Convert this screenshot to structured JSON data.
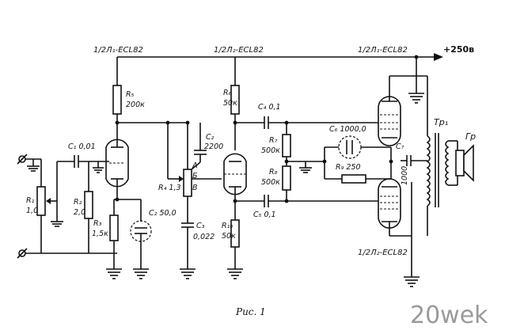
{
  "tubes": {
    "t1": "1/2Л₁-ECL82",
    "t2": "1/2Л₂-ECL82",
    "t3": "1/2Л₁-ECL82",
    "t4": "1/2Л₂-ECL82"
  },
  "supply": "+250в",
  "components": {
    "c1": "C₁ 0,01",
    "r1_name": "R₁",
    "r1_val": "1,0",
    "r2_name": "R₂",
    "r2_val": "2,0",
    "r3_name": "R₃",
    "r3_val": "1,5к",
    "c2": "C₂ 50,0",
    "r5_name": "R₅",
    "r5_val": "200к",
    "c2b_name": "C₂",
    "c2b_val": "2200",
    "r4": "R₄ 1,3",
    "pot_a": "А",
    "pot_b": "Б",
    "pot_v": "В",
    "c3_name": "C₃",
    "c3_val": "0,022",
    "r6_name": "R₆",
    "r6_val": "50к",
    "c4": "C₄ 0,1",
    "r7_name": "R₇",
    "r7_val": "500к",
    "r8_name": "R₈",
    "r8_val": "500к",
    "r10_name": "R₁₀",
    "r10_val": "50к",
    "c5": "C₅ 0,1",
    "c6": "C₆ 1000,0",
    "r9": "R₉ 250",
    "c7_name": "C₇",
    "c7_val": "1000",
    "transformer": "Тр₁",
    "speaker": "Гр"
  },
  "caption": "Рис. 1",
  "watermark": "20wek"
}
